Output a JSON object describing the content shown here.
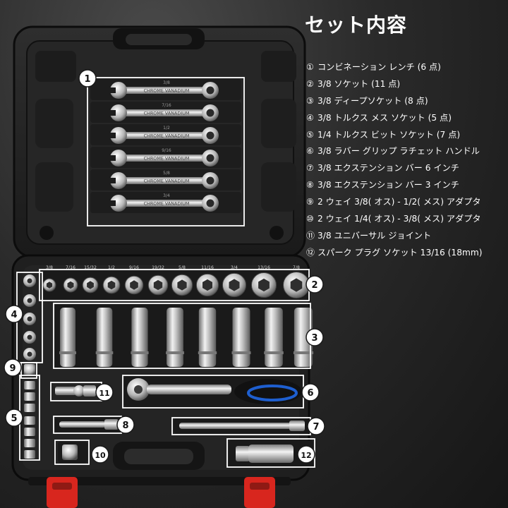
{
  "title": "セット内容",
  "items": [
    {
      "num": "①",
      "label": "コンビネーション レンチ (6 点)"
    },
    {
      "num": "②",
      "label": "3/8 ソケット (11 点)"
    },
    {
      "num": "③",
      "label": "3/8 ディープソケット (8 点)"
    },
    {
      "num": "④",
      "label": "3/8 トルクス メス ソケット (5 点)"
    },
    {
      "num": "⑤",
      "label": "1/4 トルクス ビット ソケット (7 点)"
    },
    {
      "num": "⑥",
      "label": "3/8 ラバー グリップ ラチェット ハンドル"
    },
    {
      "num": "⑦",
      "label": "3/8 エクステンション バー 6 インチ"
    },
    {
      "num": "⑧",
      "label": "3/8 エクステンション バー 3 インチ"
    },
    {
      "num": "⑨",
      "label": "2 ウェイ 3/8( オス) - 1/2( メス) アダプタ"
    },
    {
      "num": "⑩",
      "label": "2 ウェイ 1/4( オス) - 3/8( メス) アダプタ"
    },
    {
      "num": "⑪",
      "label": "3/8 ユニバーサル ジョイント"
    },
    {
      "num": "⑫",
      "label": "スパーク プラグ ソケット 13/16 (18mm)"
    }
  ],
  "callouts": [
    "1",
    "2",
    "3",
    "4",
    "5",
    "6",
    "7",
    "8",
    "9",
    "10",
    "11",
    "12"
  ],
  "socket_sizes": [
    "3/8",
    "7/16",
    "15/32",
    "1/2",
    "9/16",
    "19/32",
    "5/8",
    "11/16",
    "3/4",
    "13/16",
    "7/8"
  ],
  "wrench_sizes": [
    "3/8",
    "7/16",
    "1/2",
    "9/16",
    "5/8",
    "3/4"
  ],
  "wrench_text": "CHROME VANADIUM",
  "colors": {
    "background": "#2a2a2a",
    "case": "#1c1c1c",
    "text": "#ffffff",
    "latch": "#d8261e",
    "grip_accent": "#1e5fd0"
  }
}
